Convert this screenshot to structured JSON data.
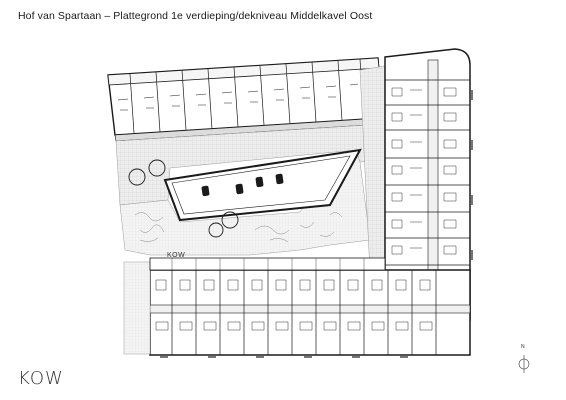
{
  "header": {
    "title": "Hof van Spartaan – Plattegrond 1e verdieping/dekniveau Middelkavel Oost"
  },
  "plan": {
    "courtyard_label": "KOW",
    "north_label": "N"
  },
  "brand": {
    "logo_text": "KOW"
  },
  "colors": {
    "line": "#1a1a1a",
    "light_line": "#9a9a9a",
    "paving": "#e4e4e4",
    "background": "#ffffff"
  }
}
